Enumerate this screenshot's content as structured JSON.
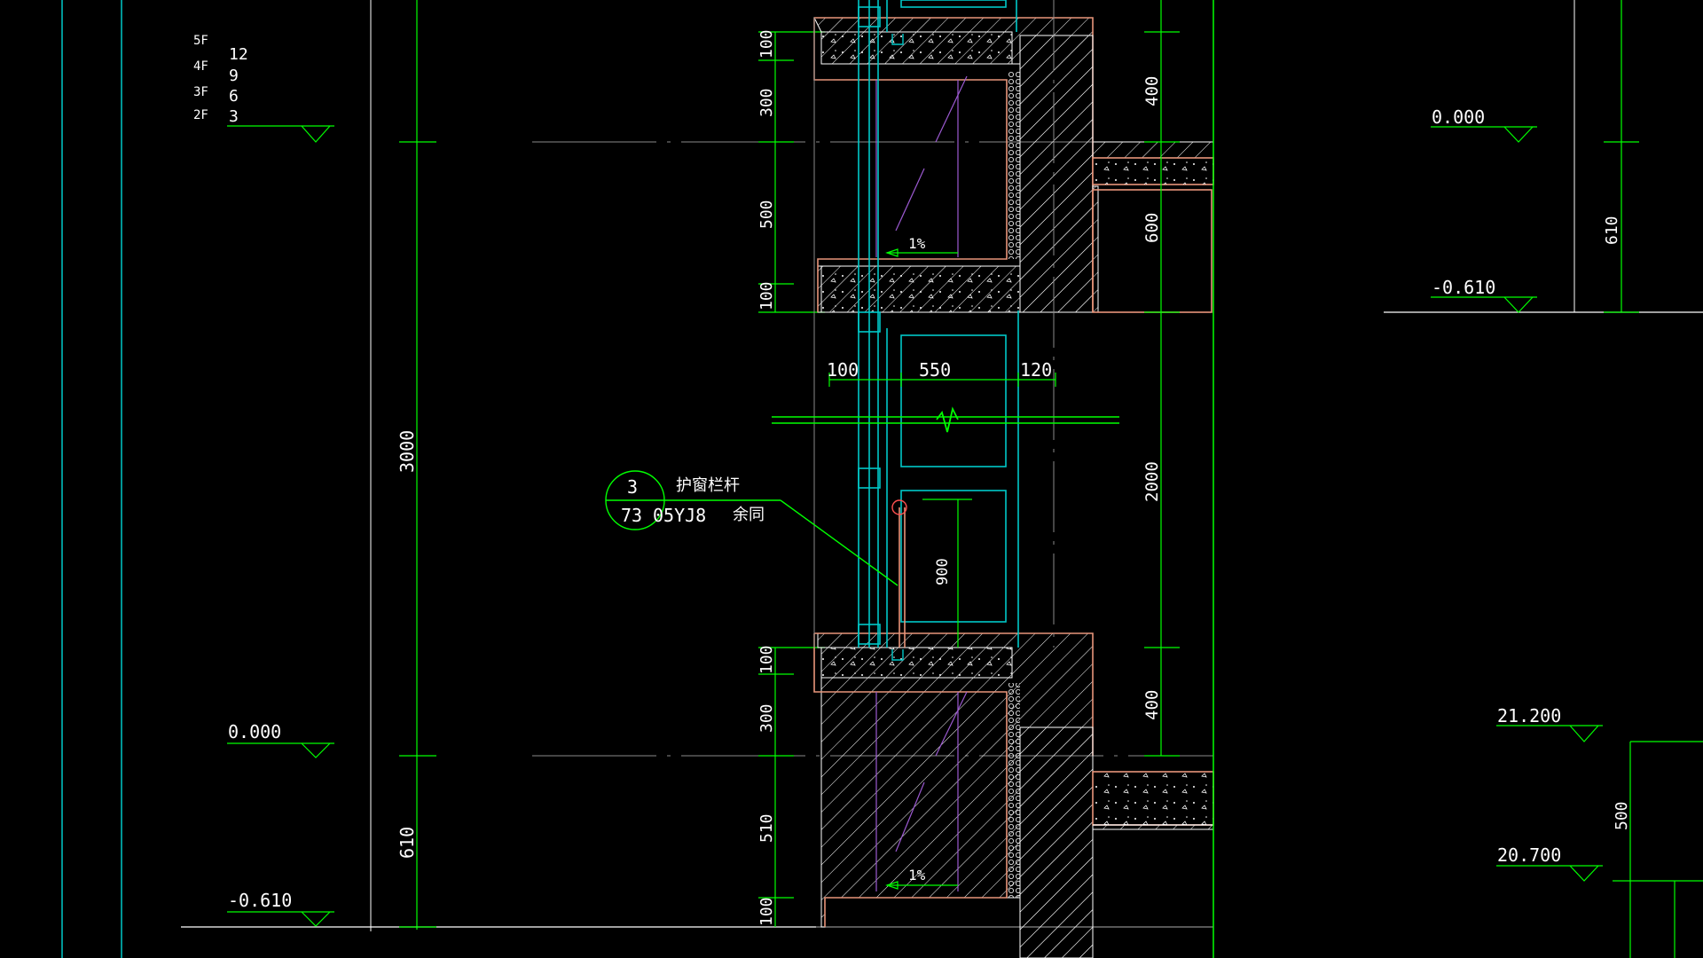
{
  "app": {
    "name": "CAD drawing viewer"
  },
  "colors": {
    "background": "#000000",
    "green": "#00ff00",
    "cyan": "#00c8c8",
    "white": "#ffffff",
    "salmon": "#e8957a",
    "gray": "#8a8a8a",
    "purple": "#9b59d0",
    "red": "#ff5050",
    "yellow": "#ffff00"
  },
  "floor_table": [
    {
      "floor": "5F",
      "value": "12"
    },
    {
      "floor": "4F",
      "value": "9"
    },
    {
      "floor": "3F",
      "value": "6"
    },
    {
      "floor": "2F",
      "value": "3"
    }
  ],
  "levels": {
    "left_zero": "0.000",
    "left_minus": "-0.610",
    "right_zero": "0.000",
    "right_minus": "-0.610",
    "right_21200": "21.200",
    "right_20700": "20.700"
  },
  "dimensions": {
    "left_3000": "3000",
    "left_610": "610",
    "wall_top": [
      "100",
      "300",
      "500",
      "100"
    ],
    "wall_bottom": [
      "100",
      "300",
      "510",
      "100"
    ],
    "window_widths": [
      "100",
      "550",
      "120"
    ],
    "window_900": "900",
    "right_400_top": "400",
    "right_600": "600",
    "right_2000": "2000",
    "right_400_bottom": "400",
    "far_right_610": "610",
    "far_right_500": "500"
  },
  "slope_labels": [
    "1%",
    "1%"
  ],
  "callout": {
    "number": "3",
    "page": "73",
    "title": "护窗栏杆",
    "atlas": "05YJ8",
    "note": "余同"
  }
}
